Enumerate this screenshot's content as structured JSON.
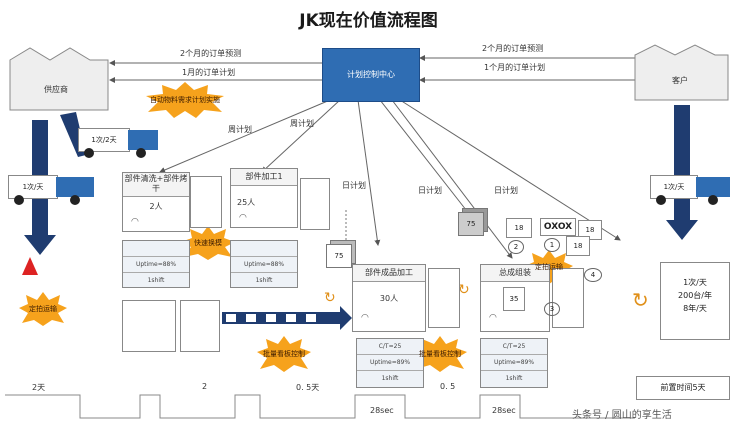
{
  "title": "JK现在价值流程图",
  "control_center": "计划控制中心",
  "supplier": "供应商",
  "customer": "客户",
  "info_flows": {
    "to_supplier_forecast": "2个月的订单预测",
    "to_supplier_plan": "1月的订单计划",
    "from_customer_forecast": "2个月的订单预测",
    "from_customer_order": "1个月的订单计划",
    "weekly_1": "周计划",
    "weekly_2": "周计划",
    "daily_1": "日计划",
    "daily_2": "日计划",
    "daily_3": "日计划"
  },
  "kaizen": {
    "auto_material": "自动物料需求计划实施",
    "quick_change": "快速换模",
    "supermarket_1": "定拍运输",
    "supermarket_2": "定拍运输",
    "kanban_1": "批量看板控制",
    "kanban_2": "批量看板控制"
  },
  "trucks": {
    "supplier_freq": "1次/2天",
    "supplier_out": "1次/天",
    "customer_freq": "1次/天"
  },
  "processes": {
    "p1": {
      "title": "部件清洗+部件烤干",
      "people": "2人"
    },
    "p2": {
      "title": "部件加工1",
      "people": "25人"
    },
    "p3": {
      "title": "部件成品加工",
      "people": "30人"
    },
    "p4": {
      "title": "总成组装",
      "people": ""
    }
  },
  "databoxes": {
    "d1": [
      "",
      "Uptime=88%",
      "1shift"
    ],
    "d2": [
      "",
      "Uptime=88%",
      "1shift"
    ],
    "d3": [
      "C/T=25",
      "Uptime=89%",
      "1shift"
    ],
    "d4": [
      "C/T=25",
      "Uptime=89%",
      "1shift"
    ]
  },
  "inventory": {
    "inv1": "75",
    "inv2": "75",
    "inv3": "35",
    "kb1": "18",
    "kb2": "18",
    "kb3": "18",
    "oxox": "OXOX",
    "n1": "1",
    "n2": "2",
    "n3": "3",
    "n4": "4"
  },
  "customer_box": [
    "1次/天",
    "200台/年",
    "8年/天"
  ],
  "timeline": {
    "t1": "2天",
    "t2": "2",
    "t3": "0. 5天",
    "t4": "0. 5",
    "ct1": "28sec",
    "ct2": "28sec",
    "lead": "前置时间5天"
  },
  "watermark": "头条号 / 圆山的享生活"
}
